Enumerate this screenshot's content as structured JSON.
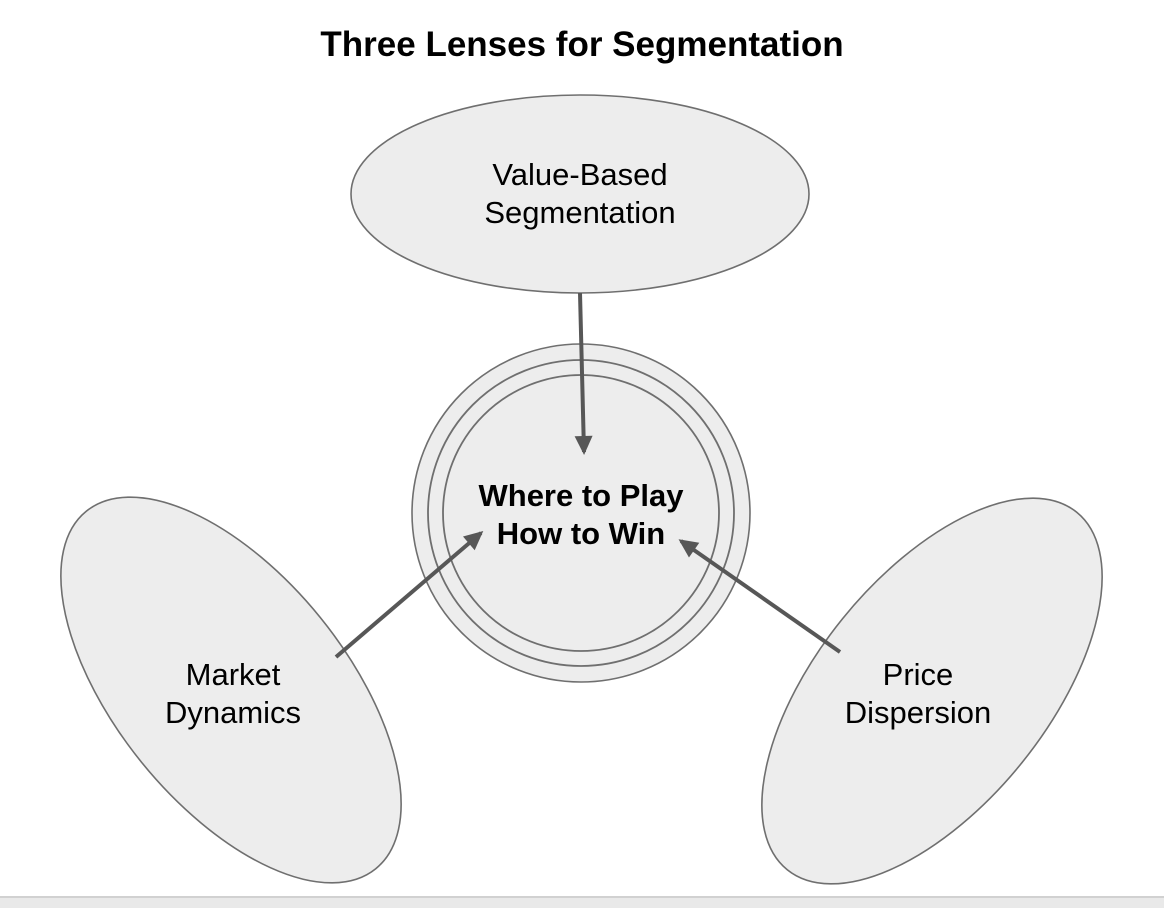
{
  "diagram": {
    "title": "Three Lenses for Segmentation",
    "nodes": {
      "top": {
        "line1": "Value-Based",
        "line2": "Segmentation"
      },
      "center": {
        "line1": "Where to Play",
        "line2": "How to Win"
      },
      "left": {
        "line1": "Market",
        "line2": "Dynamics"
      },
      "right": {
        "line1": "Price",
        "line2": "Dispersion"
      }
    },
    "connections": [
      {
        "from": "Value-Based Segmentation",
        "to": "Where to Play How to Win"
      },
      {
        "from": "Market Dynamics",
        "to": "Where to Play How to Win"
      },
      {
        "from": "Price Dispersion",
        "to": "Where to Play How to Win"
      }
    ]
  },
  "colors": {
    "background": "#ffffff",
    "node_fill": "#ededed",
    "node_stroke": "#6f6f6f",
    "arrow": "#575757",
    "text": "#000000",
    "scrollbar_track": "#e9e9e9",
    "scrollbar_border": "#d1d1d1"
  }
}
